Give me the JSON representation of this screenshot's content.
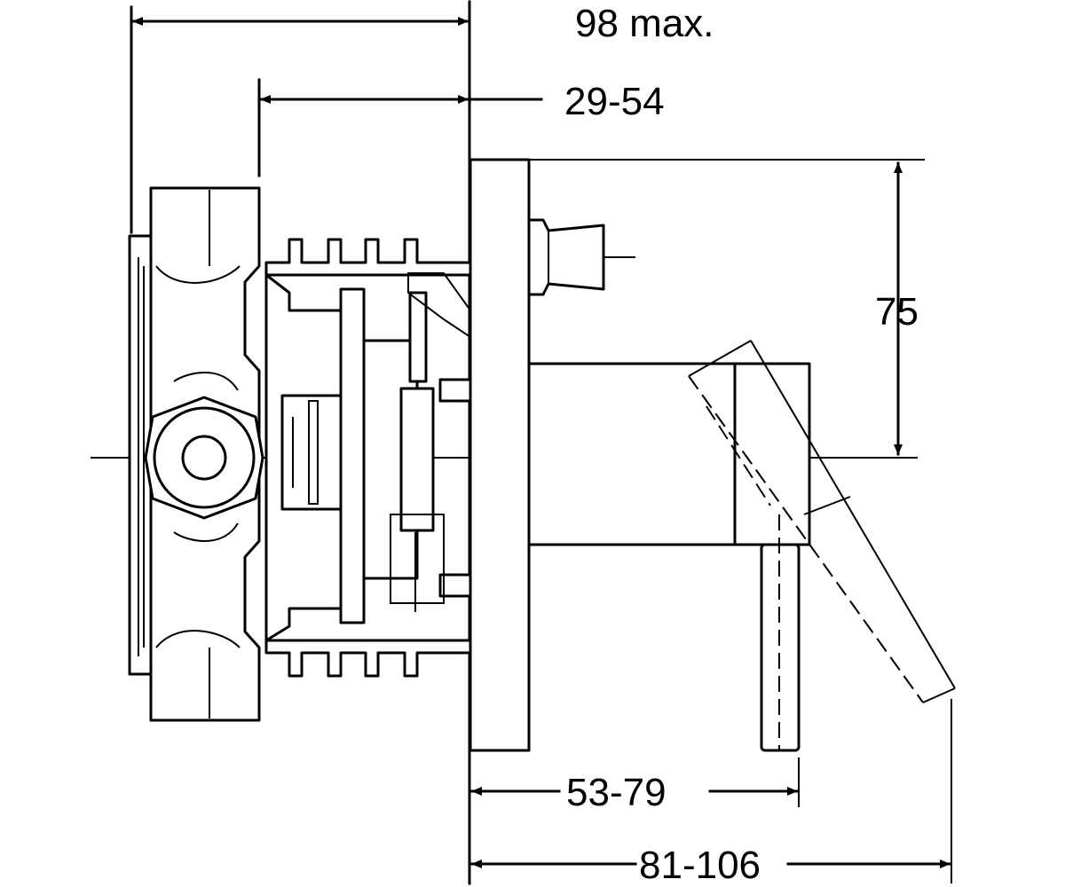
{
  "dimensions": {
    "overall_depth": "98 max.",
    "wall_depth_range": "29-54",
    "height": "75",
    "lever_projection": "53-79",
    "total_projection": "81-106"
  },
  "colors": {
    "line": "#000000",
    "background": "#ffffff"
  }
}
